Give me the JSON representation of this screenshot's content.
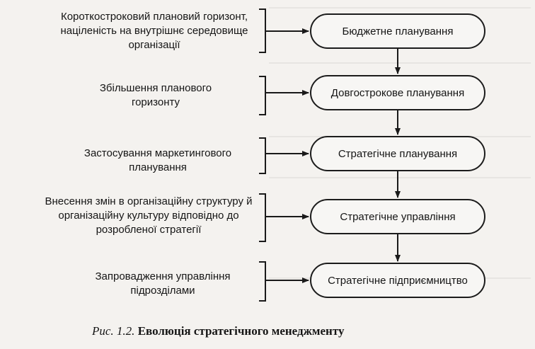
{
  "diagram": {
    "factors": [
      "Короткостроковий плановий горизонт, націленість на внутрішнє середовище організації",
      "Збільшення планового горизонту",
      "Застосування маркетингового планування",
      "Внесення змін в організаційну структуру й організаційну культуру відповідно до розробленої стратегії",
      "Запровадження управління підрозділами"
    ],
    "stages": [
      "Бюджетне планування",
      "Довгострокове планування",
      "Стратегічне планування",
      "Стратегічне управління",
      "Стратегічне підприємництво"
    ]
  },
  "caption": {
    "prefix": "Рис. 1.2.",
    "title": "Еволюція стратегічного менеджменту"
  }
}
